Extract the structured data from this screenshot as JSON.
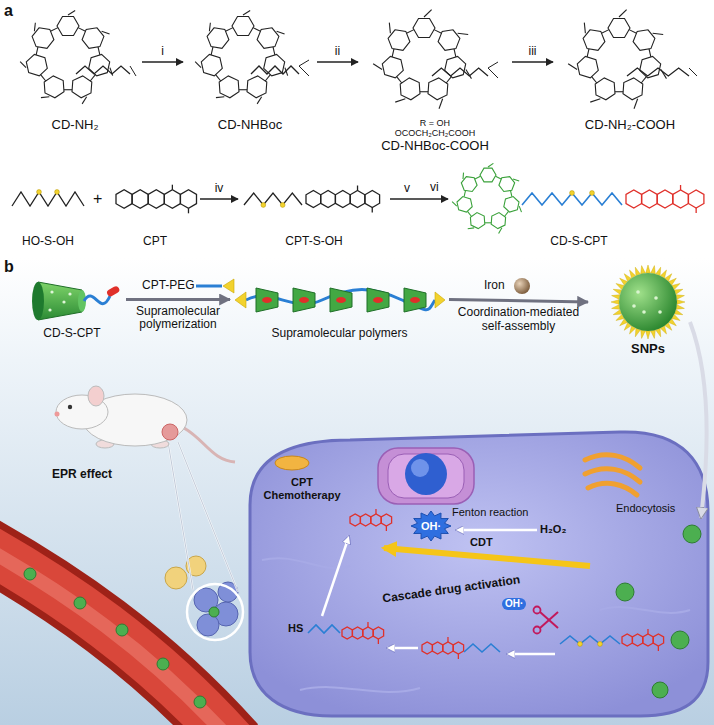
{
  "diagram": {
    "nodes": [
      {
        "text": [
          "CD-NH₂"
        ]
      },
      {
        "text": [
          "CD-NHBoc"
        ]
      },
      {
        "text": [
          "R = OH OCOCH₂CH₂COOH",
          "CD-NHBoc-COOH"
        ]
      },
      {
        "text": [
          "CD-NH₂-COOH"
        ]
      },
      {
        "text": [
          "HO-S-OH"
        ]
      },
      {
        "text": [
          "CPT"
        ]
      },
      {
        "text": [
          "CPT-S-OH"
        ]
      },
      {
        "text": [
          "CD-S-CPT"
        ]
      },
      {
        "text": [
          "CD-S-CPT"
        ]
      },
      {
        "text": [
          "Supramolecular polymers"
        ]
      },
      {
        "text": [
          "SNPs"
        ]
      },
      {
        "text": [
          "OH·"
        ]
      }
    ],
    "edges": [
      {
        "from": 0,
        "to": 1,
        "label": "i",
        "arrow": "to"
      },
      {
        "from": 1,
        "to": 2,
        "label": "ii",
        "arrow": "to"
      },
      {
        "from": 2,
        "to": 3,
        "label": "iii",
        "arrow": "to"
      },
      {
        "from": 5,
        "to": 6,
        "label": "iv",
        "arrow": "to"
      },
      {
        "from": 6,
        "to": 7,
        "label": "v",
        "arrow": "to"
      },
      {
        "from": 8,
        "to": 9,
        "label": "Supramolecular polymerization",
        "arrow": "to"
      },
      {
        "from": 9,
        "to": 10,
        "label": "Coordination-mediated self-assembly",
        "arrow": "to"
      }
    ],
    "labels": [
      "a",
      "+",
      "vi",
      "b",
      "CPT-PEG",
      "Iron",
      "EPR effect",
      "Endocytosis",
      "CPT Chemotherapy",
      "Fenton reaction",
      "H₂O₂",
      "CDT",
      "Cascade drug activation",
      "OH·",
      "HS"
    ]
  }
}
